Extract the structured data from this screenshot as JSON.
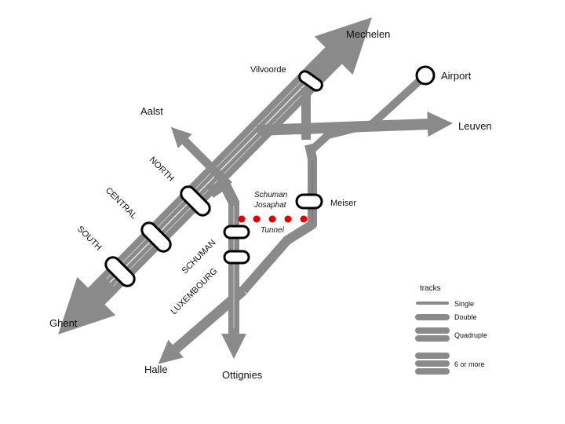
{
  "colors": {
    "track": "#8a8a8a",
    "track_core": "#777777",
    "tunnel_dot": "#e00000",
    "station_fill": "#ffffff",
    "station_stroke": "#000000"
  },
  "destinations": {
    "mechelen": "Mechelen",
    "airport": "Airport",
    "leuven": "Leuven",
    "aalst": "Aalst",
    "ghent": "Ghent",
    "halle": "Halle",
    "ottignies": "Ottignies"
  },
  "stations": {
    "vilvoorde": "Vilvoorde",
    "north": "NORTH",
    "central": "CENTRAL",
    "south": "SOUTH",
    "schuman": "SCHUMAN",
    "luxembourg": "LUXEMBOURG",
    "meiser": "Meiser"
  },
  "tunnel": {
    "line1": "Schuman",
    "line2": "Josaphat",
    "line3": "Tunnel"
  },
  "legend": {
    "title": "tracks",
    "items": [
      "Single",
      "Double",
      "Quadruple",
      "6 or more"
    ]
  }
}
